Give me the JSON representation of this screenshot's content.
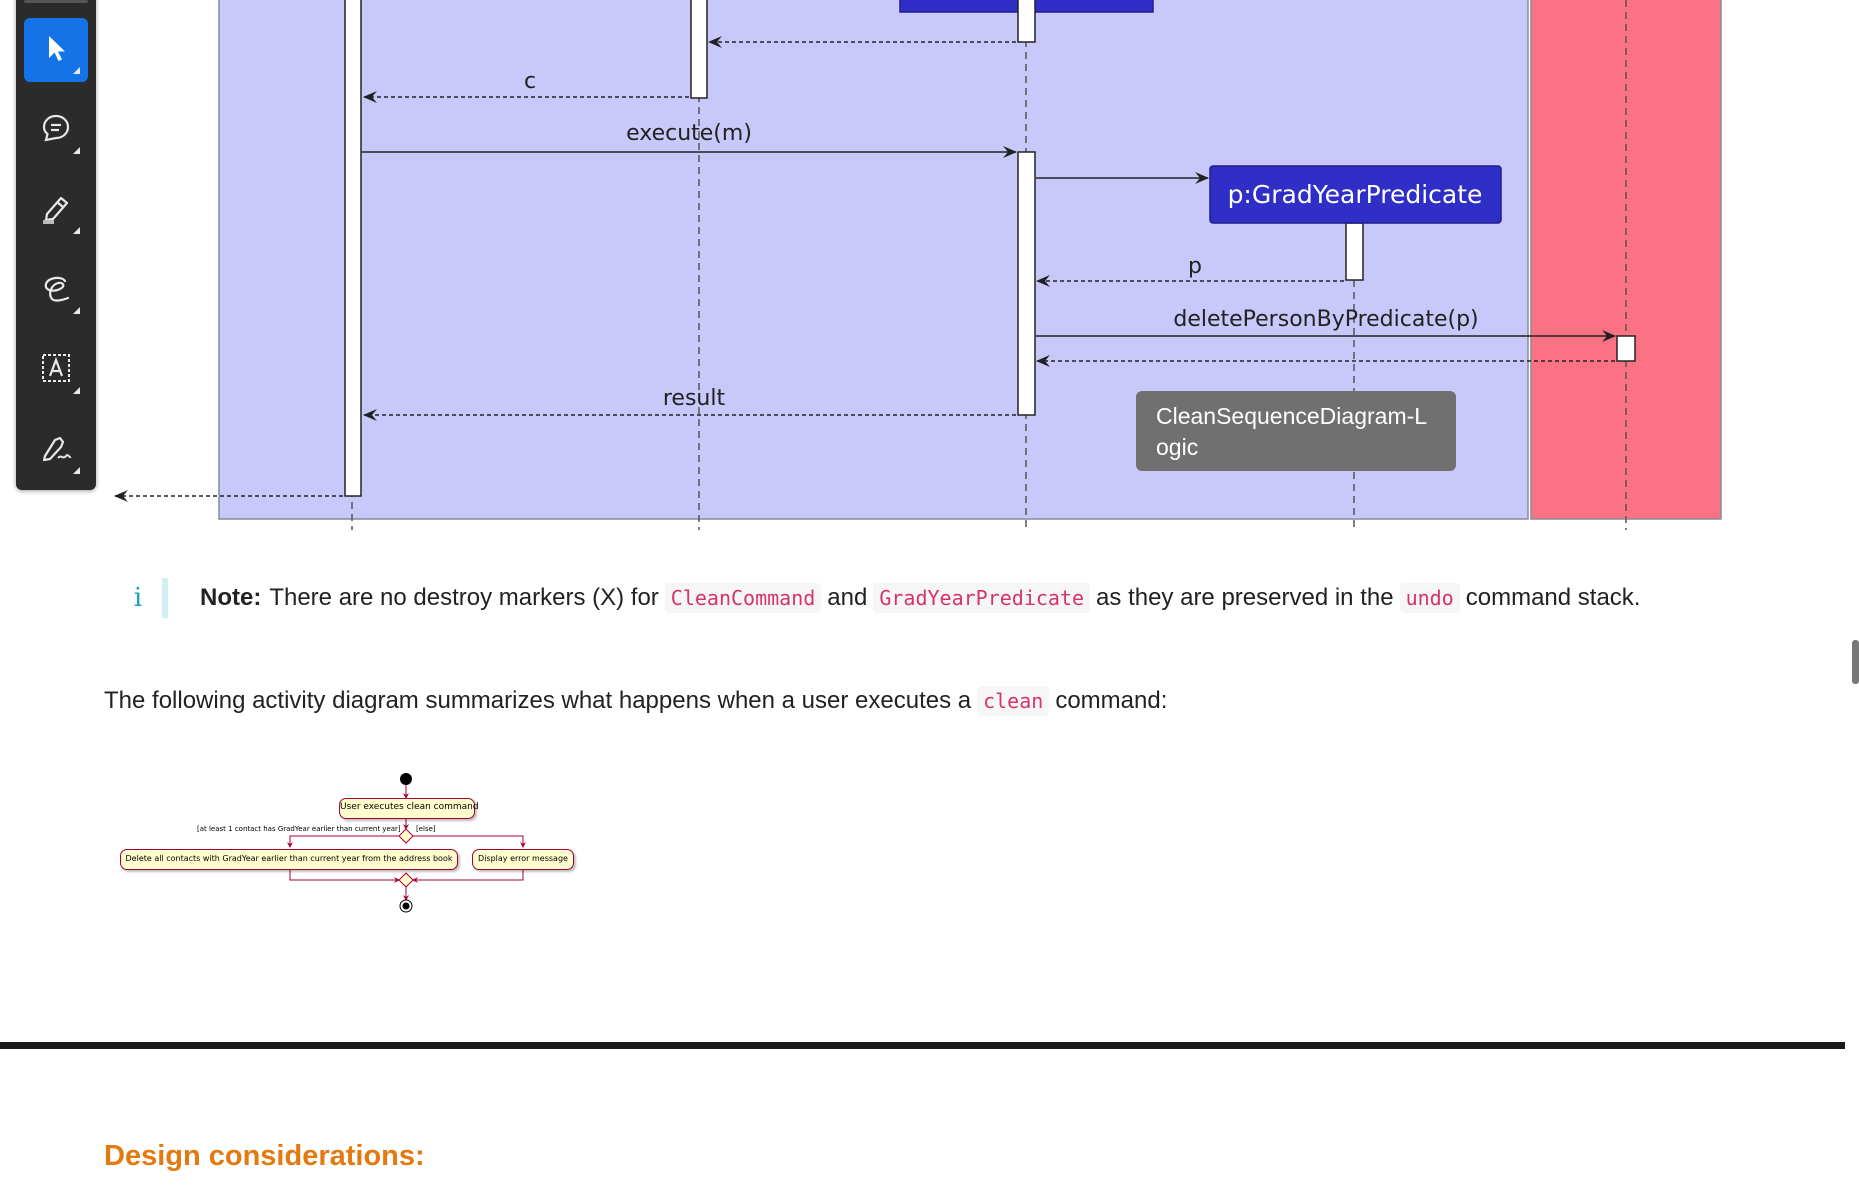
{
  "toolbar": {
    "tools": [
      {
        "name": "select-tool",
        "icon": "cursor-icon",
        "active": true
      },
      {
        "name": "comment-tool",
        "icon": "comment-icon",
        "active": false
      },
      {
        "name": "highlight-tool",
        "icon": "highlighter-icon",
        "active": false
      },
      {
        "name": "draw-tool",
        "icon": "freehand-icon",
        "active": false
      },
      {
        "name": "text-tool",
        "icon": "text-box-icon",
        "active": false
      },
      {
        "name": "sign-tool",
        "icon": "signature-icon",
        "active": false
      }
    ],
    "accent": "#1473e6"
  },
  "sequence_diagram": {
    "participant_box": "p:GradYearPredicate",
    "messages": {
      "c": "c",
      "execute": "execute(m)",
      "p": "p",
      "delete": "deletePersonByPredicate(p)",
      "result": "result"
    },
    "colors": {
      "logic_box": "#c8c8fa",
      "model_box": "#fb7285",
      "participant": "#2f2fc8"
    }
  },
  "tooltip": {
    "text": "CleanSequenceDiagram-Logic"
  },
  "note": {
    "label": "Note:",
    "text1": "There are no destroy markers (X) for",
    "code1": "CleanCommand",
    "and": "and",
    "code2": "GradYearPredicate",
    "text2": "as they are preserved in the",
    "code3": "undo",
    "text3": "command stack."
  },
  "paragraph": {
    "text1": "The following activity diagram summarizes what happens when a user executes a",
    "code": "clean",
    "text2": "command:"
  },
  "activity_diagram": {
    "start_node": "User executes clean command",
    "guard_yes": "[at least 1 contact has GradYear earlier than current year]",
    "guard_no": "[else]",
    "action_yes": "Delete all contacts with GradYear earlier than current year from the address book",
    "action_no": "Display error message"
  },
  "heading": {
    "text": "Design considerations:"
  }
}
